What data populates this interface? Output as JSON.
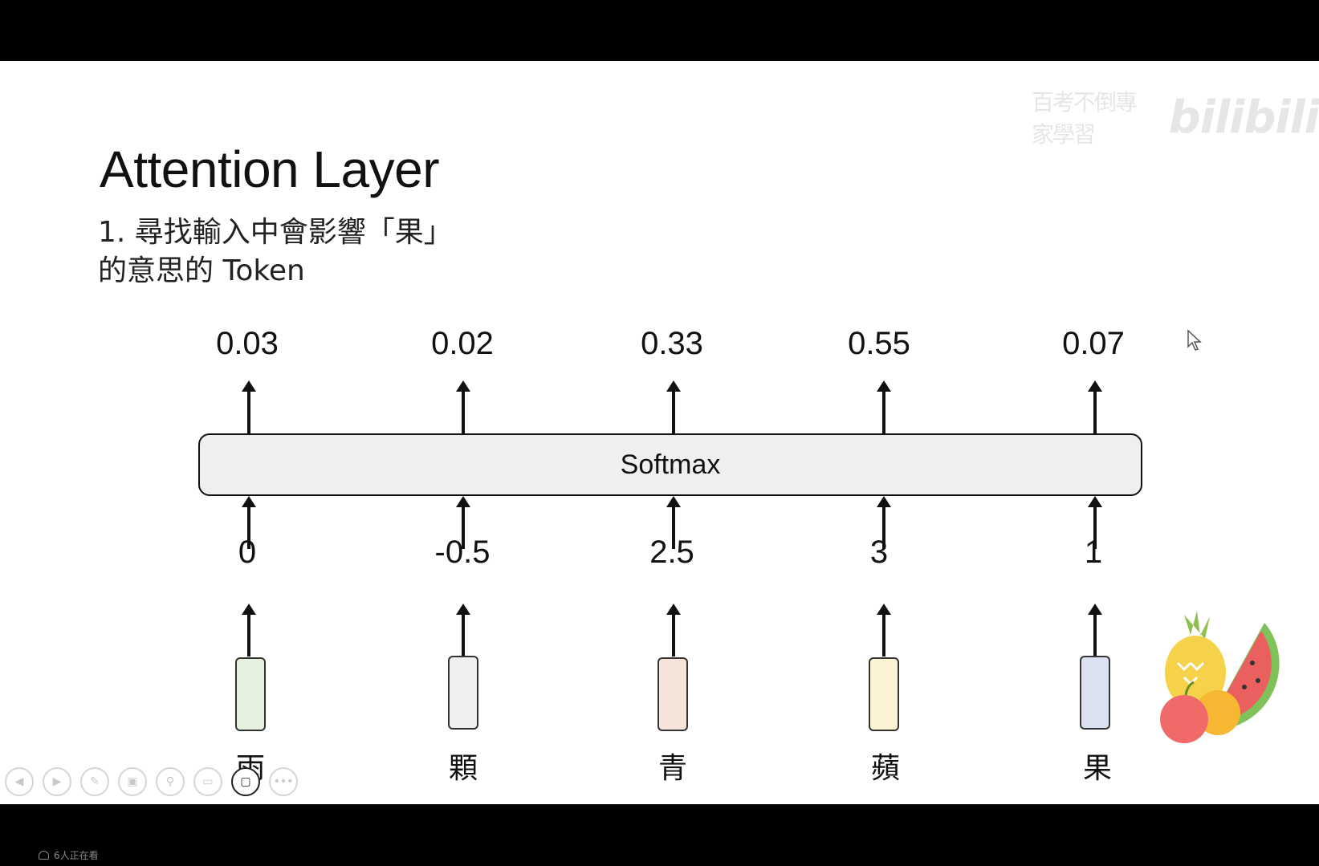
{
  "slide": {
    "title": "Attention Layer",
    "subtitle_line1": "1. 尋找輸入中會影響「果」",
    "subtitle_line2": "的意思的 Token",
    "softmax_label": "Softmax"
  },
  "watermark": {
    "text": "百考不倒專家學習",
    "logo": "bilibili"
  },
  "diagram": {
    "columns": [
      {
        "prob": "0.03",
        "score": "0",
        "token": "雨",
        "color": "#e6f1e0"
      },
      {
        "prob": "0.02",
        "score": "-0.5",
        "token": "顆",
        "color": "#f0f0f0"
      },
      {
        "prob": "0.33",
        "score": "2.5",
        "token": "青",
        "color": "#f5e4d9"
      },
      {
        "prob": "0.55",
        "score": "3",
        "token": "蘋",
        "color": "#fbf3d2"
      },
      {
        "prob": "0.07",
        "score": "1",
        "token": "果",
        "color": "#dbe1f0"
      }
    ]
  },
  "player": {
    "controls": [
      {
        "icon": "prev-icon"
      },
      {
        "icon": "next-icon"
      },
      {
        "icon": "pen-icon"
      },
      {
        "icon": "slides-icon"
      },
      {
        "icon": "zoom-icon"
      },
      {
        "icon": "subtitle-icon"
      },
      {
        "icon": "camera-icon"
      },
      {
        "icon": "more-icon"
      }
    ],
    "viewers": "6人正在看"
  }
}
